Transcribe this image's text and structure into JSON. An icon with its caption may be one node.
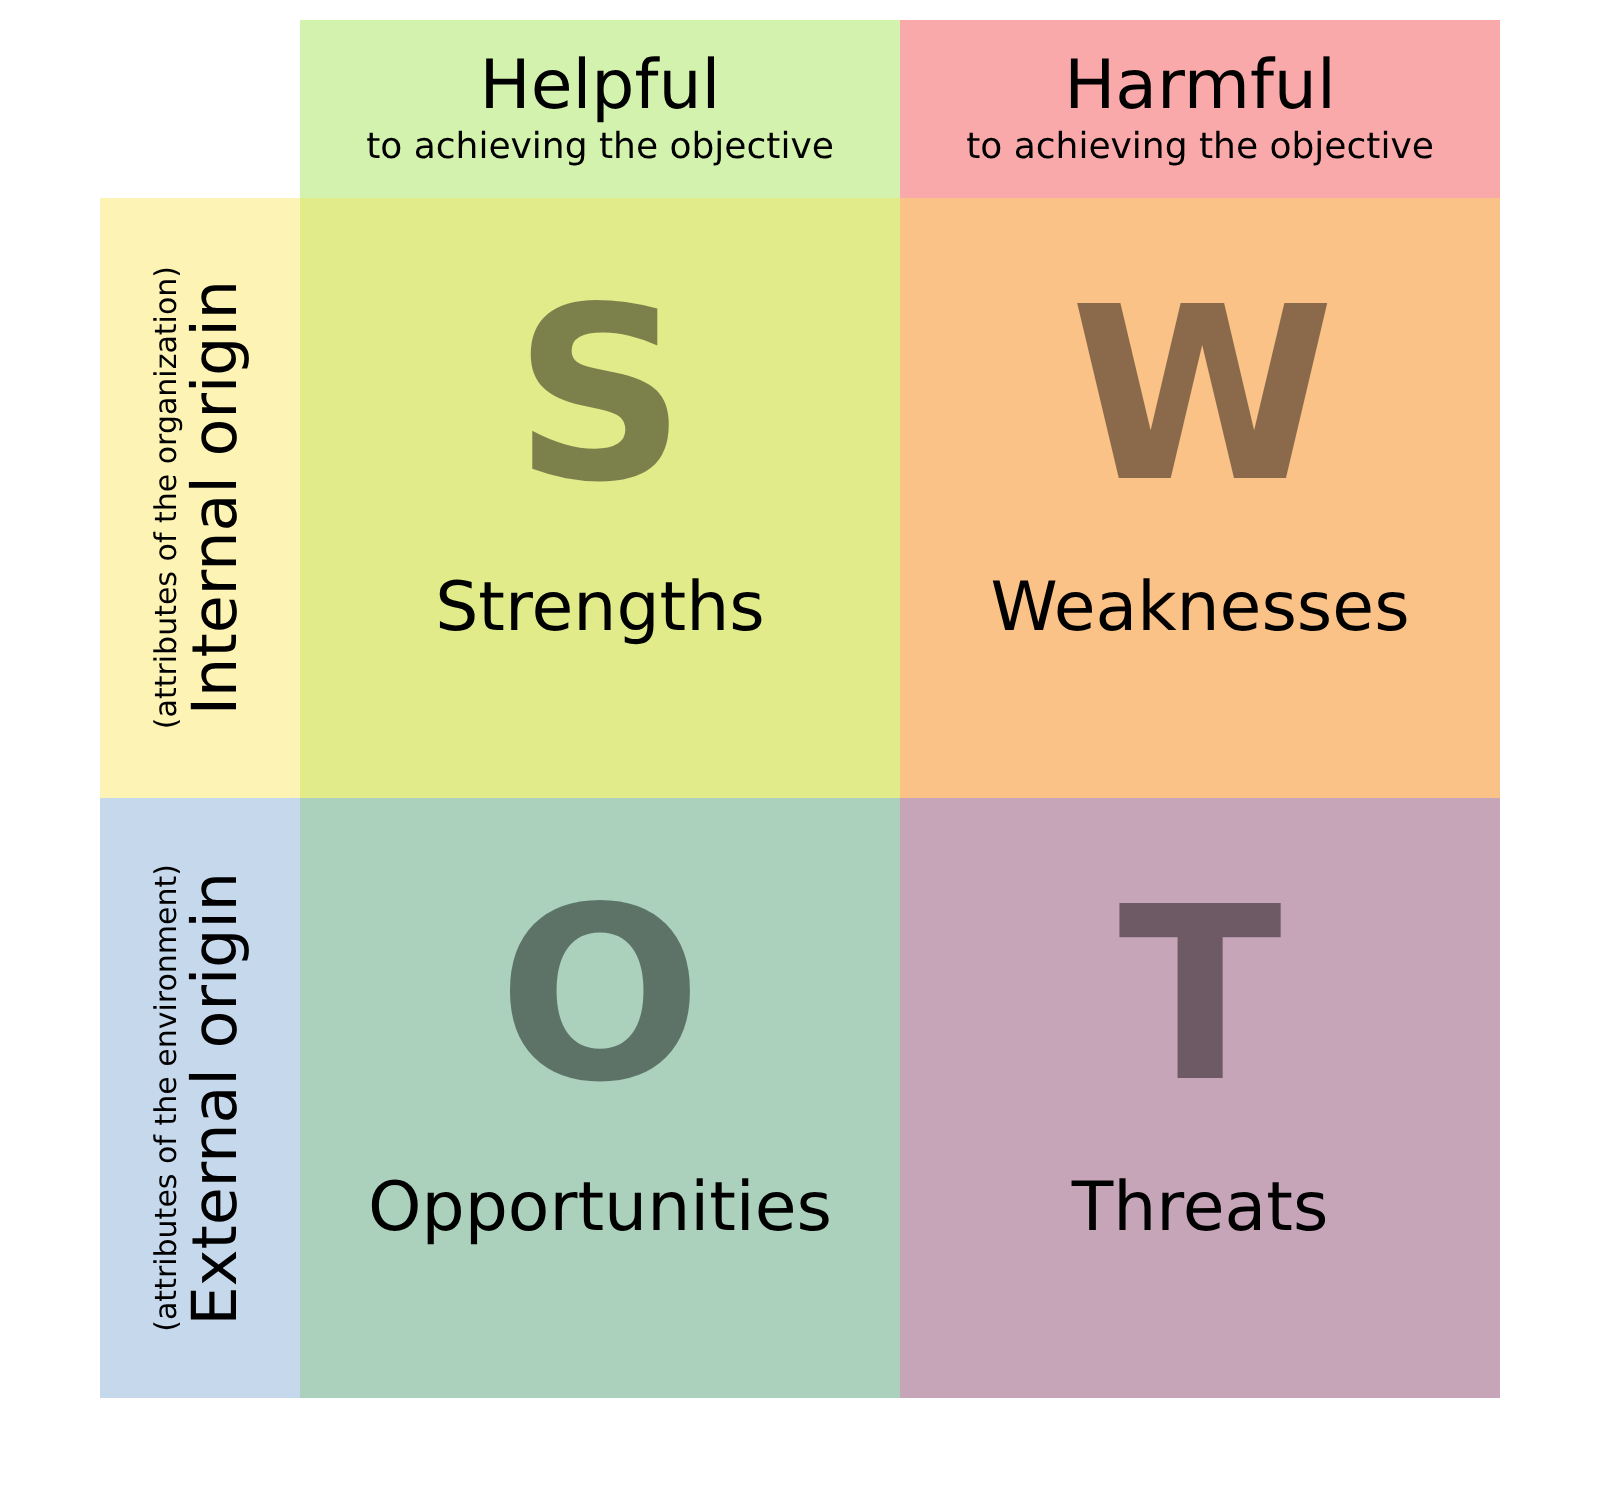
{
  "diagram": {
    "nodes": [
      {
        "text": [
          "Helpful",
          "to achieving the objective"
        ]
      },
      {
        "text": [
          "Harmful",
          "to achieving the objective"
        ]
      },
      {
        "text": [
          "Internal origin",
          "(attributes of the organization)"
        ]
      },
      {
        "text": [
          "S",
          "Strengths"
        ]
      },
      {
        "text": [
          "W",
          "Weaknesses"
        ]
      },
      {
        "text": [
          "External origin",
          "(attributes of the environment)"
        ]
      },
      {
        "text": [
          "O",
          "Opportunities"
        ]
      },
      {
        "text": [
          "T",
          "Threats"
        ]
      }
    ]
  }
}
